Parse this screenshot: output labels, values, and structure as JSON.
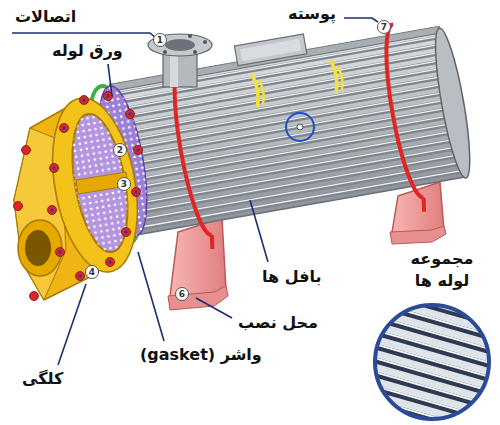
{
  "diagram": {
    "labels": [
      "اتصالات",
      "پوسته",
      "ورق لوله",
      "1",
      "7",
      "2",
      "3",
      "بافل ها",
      "مجموعه لوله ها",
      "محل نصب",
      "6",
      "4",
      "واشر (gasket)",
      "کلگی"
    ]
  }
}
